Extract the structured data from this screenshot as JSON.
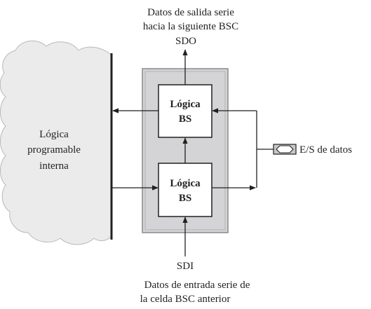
{
  "top_caption": {
    "line1": "Datos de salida serie",
    "line2": "hacia la siguiente BSC",
    "signal": "SDO"
  },
  "bottom_caption": {
    "signal": "SDI",
    "line1": "Datos de entrada serie de",
    "line2": "la celda BSC anterior"
  },
  "internal_logic": {
    "line1": "Lógica",
    "line2": "programable",
    "line3": "interna"
  },
  "bs_logic_top": {
    "line1": "Lógica",
    "line2": "BS"
  },
  "bs_logic_bottom": {
    "line1": "Lógica",
    "line2": "BS"
  },
  "io_pin": {
    "label": "E/S de datos"
  },
  "colors": {
    "cell_fill": "#d4d4d6",
    "cloud_fill": "#ebebec",
    "ink": "#231f20"
  }
}
